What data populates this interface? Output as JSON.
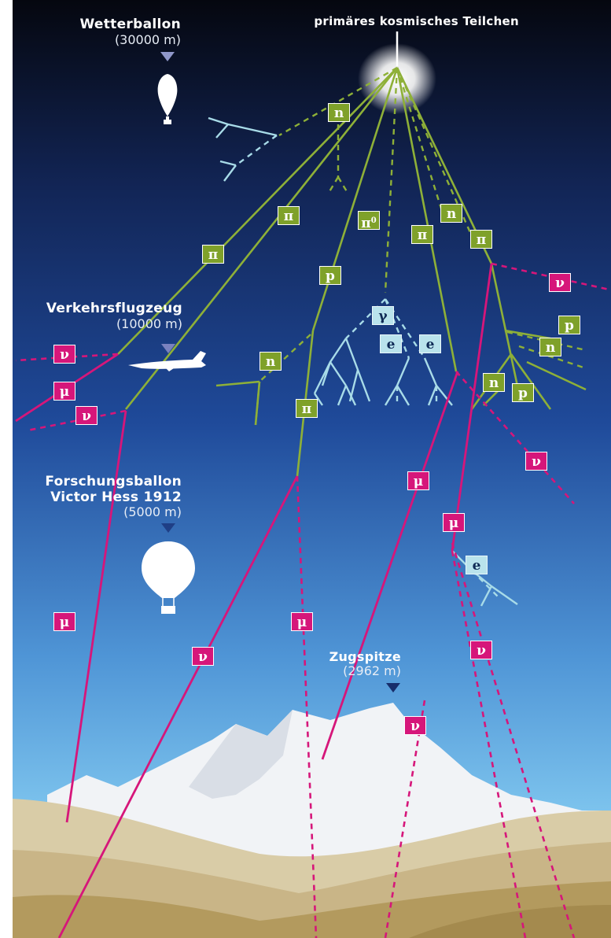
{
  "labels": {
    "primary": "primäres kosmisches Teilchen",
    "weather_balloon": {
      "name": "Wetterballon",
      "altitude": "(30000 m)"
    },
    "airliner": {
      "name": "Verkehrsflugzeug",
      "altitude": "(10000 m)"
    },
    "research_balloon": {
      "name_line1": "Forschungsballon",
      "name_line2": "Victor Hess 1912",
      "altitude": "(5000 m)"
    },
    "zugspitze": {
      "name": "Zugspitze",
      "altitude": "(2962 m)"
    }
  },
  "particles": [
    {
      "text": "n",
      "kind": "hadron",
      "sup": ""
    },
    {
      "text": "π",
      "kind": "hadron",
      "sup": ""
    },
    {
      "text": "π",
      "kind": "hadron",
      "sup": ""
    },
    {
      "text": "π",
      "kind": "hadron",
      "sup": "0"
    },
    {
      "text": "p",
      "kind": "hadron",
      "sup": ""
    },
    {
      "text": "π",
      "kind": "hadron",
      "sup": ""
    },
    {
      "text": "n",
      "kind": "hadron",
      "sup": ""
    },
    {
      "text": "π",
      "kind": "hadron",
      "sup": ""
    },
    {
      "text": "n",
      "kind": "hadron",
      "sup": ""
    },
    {
      "text": "π",
      "kind": "hadron",
      "sup": ""
    },
    {
      "text": "p",
      "kind": "hadron",
      "sup": ""
    },
    {
      "text": "n",
      "kind": "hadron",
      "sup": ""
    },
    {
      "text": "n",
      "kind": "hadron",
      "sup": ""
    },
    {
      "text": "p",
      "kind": "hadron",
      "sup": ""
    },
    {
      "text": "γ",
      "kind": "em",
      "sup": ""
    },
    {
      "text": "e",
      "kind": "em",
      "sup": ""
    },
    {
      "text": "e",
      "kind": "em",
      "sup": ""
    },
    {
      "text": "e",
      "kind": "em",
      "sup": ""
    },
    {
      "text": "ν",
      "kind": "lepton",
      "sup": ""
    },
    {
      "text": "ν",
      "kind": "lepton",
      "sup": ""
    },
    {
      "text": "μ",
      "kind": "lepton",
      "sup": ""
    },
    {
      "text": "ν",
      "kind": "lepton",
      "sup": ""
    },
    {
      "text": "ν",
      "kind": "lepton",
      "sup": ""
    },
    {
      "text": "μ",
      "kind": "lepton",
      "sup": ""
    },
    {
      "text": "μ",
      "kind": "lepton",
      "sup": ""
    },
    {
      "text": "μ",
      "kind": "lepton",
      "sup": ""
    },
    {
      "text": "ν",
      "kind": "lepton",
      "sup": ""
    },
    {
      "text": "μ",
      "kind": "lepton",
      "sup": ""
    },
    {
      "text": "ν",
      "kind": "lepton",
      "sup": ""
    },
    {
      "text": "ν",
      "kind": "lepton",
      "sup": ""
    }
  ],
  "colors": {
    "sky_top": "#05070f",
    "sky_mid": "#1f3f86",
    "sky_bottom": "#7ec9f0",
    "hadron": "#7fa12a",
    "lepton": "#d6167a",
    "em": "#b9e3ec",
    "snow": "#f1f3f6",
    "ground": "#cdbd93"
  },
  "icons": [
    "weather-balloon-icon",
    "airplane-icon",
    "hot-air-balloon-icon",
    "triangle-marker-icon"
  ]
}
